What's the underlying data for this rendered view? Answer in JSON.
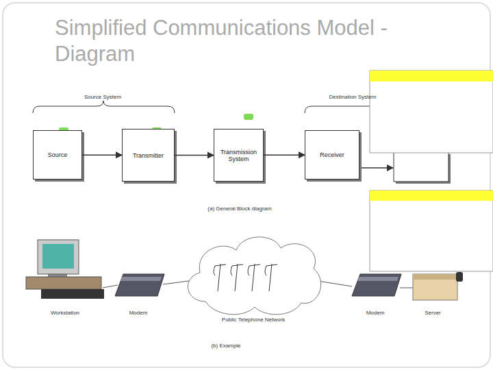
{
  "diagram": {
    "title": "Simplified Communications Model - Diagram",
    "nodes": [
      {
        "text": [
          "Source"
        ]
      },
      {
        "text": [
          "Transmitter"
        ]
      },
      {
        "text": [
          "Transmission System"
        ]
      },
      {
        "text": [
          "Receiver"
        ]
      }
    ],
    "edges": [
      {
        "from": 0,
        "to": 1,
        "arrow": "to"
      },
      {
        "from": 1,
        "to": 2,
        "arrow": "to"
      },
      {
        "from": 2,
        "to": 3,
        "arrow": "to"
      }
    ],
    "labels": [
      "Source System",
      "Destination System",
      "(a) General Block diagram",
      "Workstation",
      "Modem",
      "Public Telephone Network",
      "Modem",
      "Server",
      "(b) Example"
    ]
  }
}
